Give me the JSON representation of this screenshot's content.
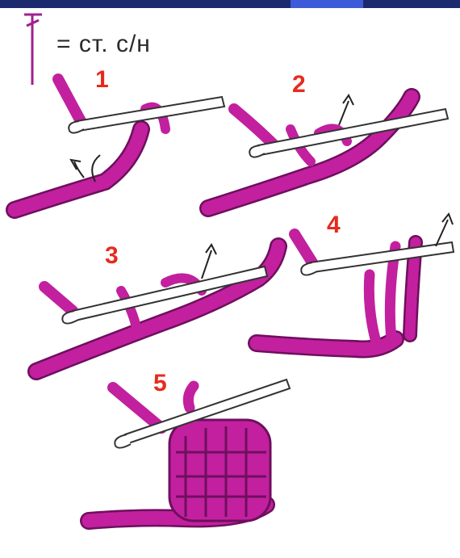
{
  "legend": {
    "text": "= ст. с/н",
    "symbol_icon": "double-crochet-symbol-icon"
  },
  "steps": [
    {
      "label": "1"
    },
    {
      "label": "2"
    },
    {
      "label": "3"
    },
    {
      "label": "4"
    },
    {
      "label": "5"
    }
  ],
  "colors": {
    "yarn": "#c2209f",
    "yarn_dark": "#6e0f5e",
    "hook": "#ffffff",
    "hook_outline": "#333333",
    "step_label": "#e62b1e",
    "symbol": "#a0208f",
    "header_band": "#1b2a6e"
  }
}
